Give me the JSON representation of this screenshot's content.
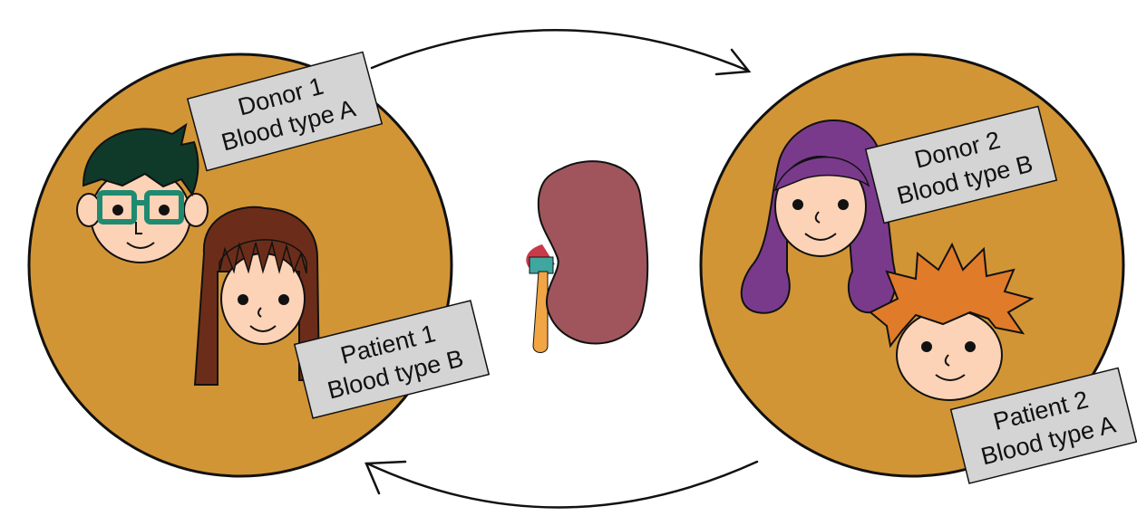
{
  "colors": {
    "circle_fill": "#D29536",
    "label_fill": "#D4D4D4",
    "outline": "#111111",
    "skin": "#FCD3B6",
    "kidney": "#A0555C",
    "hair_donor1": "#0F3A2A",
    "glasses": "#1F8A70",
    "hair_patient1": "#6B2D1A",
    "hair_donor2": "#7A3A8C",
    "hair_patient2": "#E07B2A"
  },
  "pair1": {
    "donor": {
      "name": "Donor 1",
      "blood": "Blood type A"
    },
    "patient": {
      "name": "Patient 1",
      "blood": "Blood type B"
    }
  },
  "pair2": {
    "donor": {
      "name": "Donor 2",
      "blood": "Blood type B"
    },
    "patient": {
      "name": "Patient 2",
      "blood": "Blood type A"
    }
  },
  "icons": {
    "organ": "kidney-icon",
    "exchange_top": "arrow-right-icon",
    "exchange_bottom": "arrow-left-icon"
  }
}
